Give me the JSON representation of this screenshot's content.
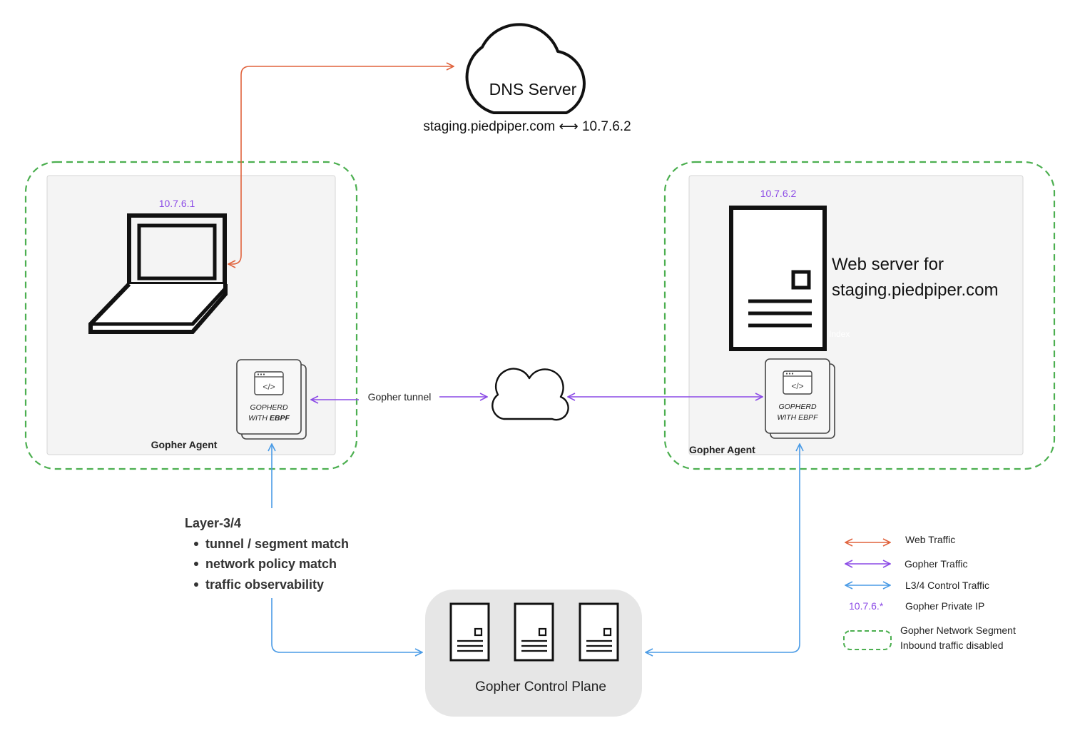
{
  "colors": {
    "web": "#e0623c",
    "gopher": "#8b4ae6",
    "control": "#4a9be6",
    "segment": "#4caf50",
    "ip": "#8b4ae6",
    "panel": "#f4f4f4",
    "panel_border": "#d6d6d6",
    "plane": "#e6e6e6"
  },
  "dns": {
    "title": "DNS Server",
    "mapping": "staging.piedpiper.com ⟷ 10.7.6.2"
  },
  "left_host": {
    "ip": "10.7.6.1",
    "agent_label": "Gopher Agent",
    "gopherd_line1": "GOPHERD",
    "gopherd_line2_a": "WITH ",
    "gopherd_line2_b": "EBPF"
  },
  "right_host": {
    "ip": "10.7.6.2",
    "server_line1": "Web server for",
    "server_line2": "staging.piedpiper.com",
    "faint_label": "Index",
    "agent_label": "Gopher Agent",
    "gopherd_line1": "GOPHERD",
    "gopherd_line2": "WITH EBPF"
  },
  "tunnel": {
    "label": "Gopher tunnel"
  },
  "layer": {
    "title": "Layer-3/4",
    "items": [
      "tunnel / segment match",
      "network policy match",
      "traffic observability"
    ]
  },
  "control_plane": {
    "label": "Gopher Control Plane"
  },
  "legend": {
    "web": "Web Traffic",
    "gopher": "Gopher Traffic",
    "control": "L3/4 Control Traffic",
    "ip_sample": "10.7.6.*",
    "ip_label": "Gopher Private IP",
    "segment_line1": "Gopher Network Segment",
    "segment_line2": "Inbound traffic disabled"
  }
}
